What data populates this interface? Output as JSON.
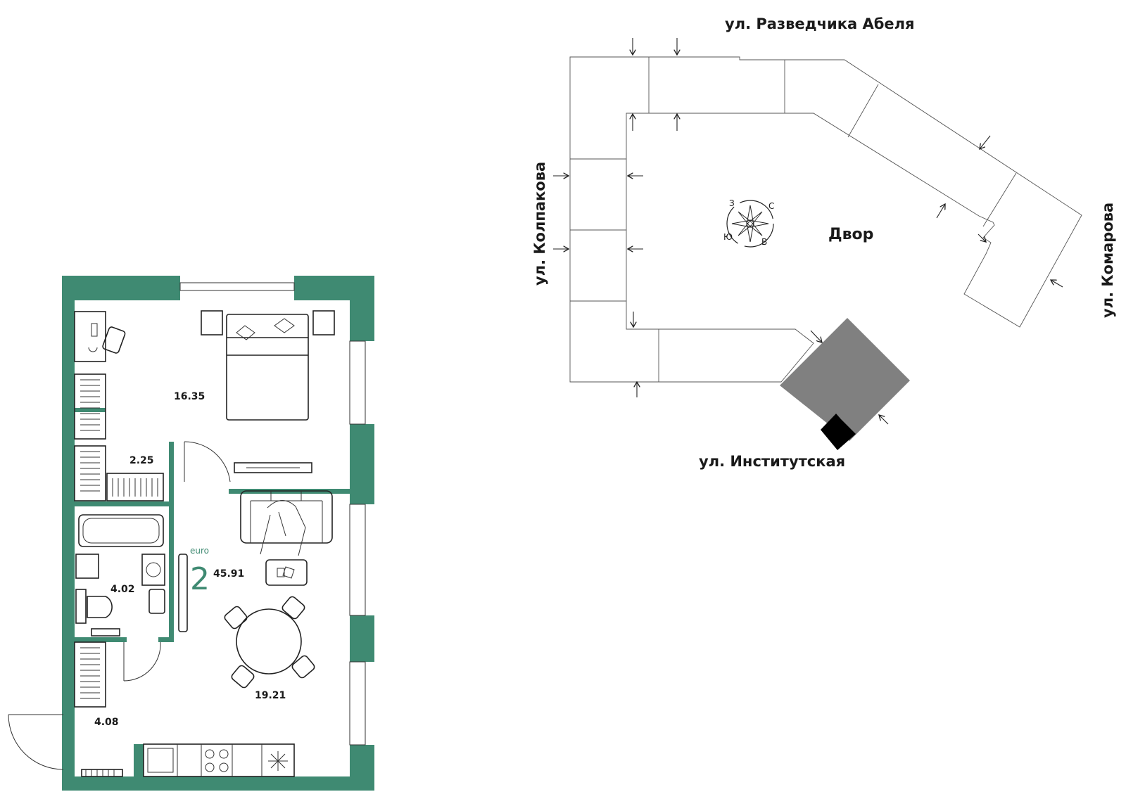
{
  "plan": {
    "type_prefix": "euro",
    "rooms_count": "2",
    "total_area": "45.91",
    "rooms": [
      {
        "id": "bedroom",
        "area": "16.35"
      },
      {
        "id": "wardrobe",
        "area": "2.25"
      },
      {
        "id": "bathroom",
        "area": "4.02"
      },
      {
        "id": "hall",
        "area": "4.08"
      },
      {
        "id": "living-kitchen",
        "area": "19.21"
      }
    ]
  },
  "site": {
    "streets": {
      "north": "ул. Разведчика Абеля",
      "west": "ул. Колпакова",
      "east": "ул. Комарова",
      "south": "ул. Институтская"
    },
    "yard": "Двор",
    "compass": {
      "n": "С",
      "e": "В",
      "s": "Ю",
      "w": "З"
    }
  },
  "colors": {
    "wall": "#3f8a72",
    "accent_text": "#3f8a72",
    "highlight_section": "#808080",
    "apartment_marker": "#000000"
  }
}
